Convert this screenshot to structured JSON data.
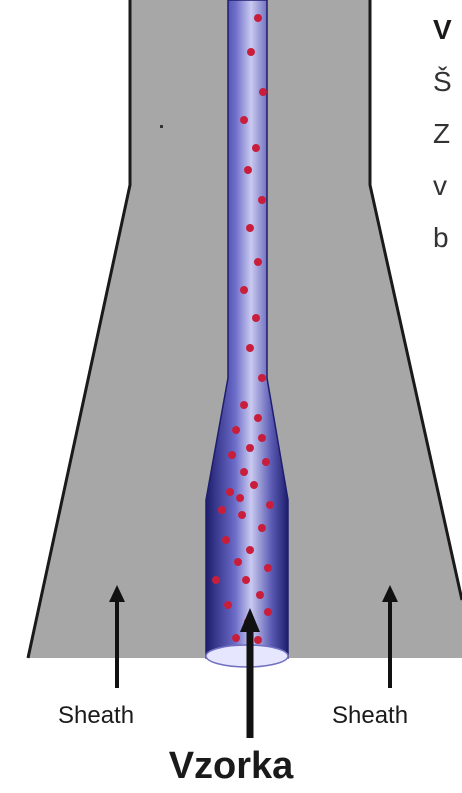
{
  "labels": {
    "sheath_left": "Sheath",
    "sheath_right": "Sheath",
    "title": "Vzorka"
  },
  "side_text_fragments": [
    "V",
    "Š",
    "Z",
    "v",
    "b"
  ],
  "colors": {
    "chamber_fill": "#a7a7a7",
    "sample_stream": "#3a3a9a",
    "particles": "#c81e3c",
    "outline": "#1a1a1a"
  }
}
